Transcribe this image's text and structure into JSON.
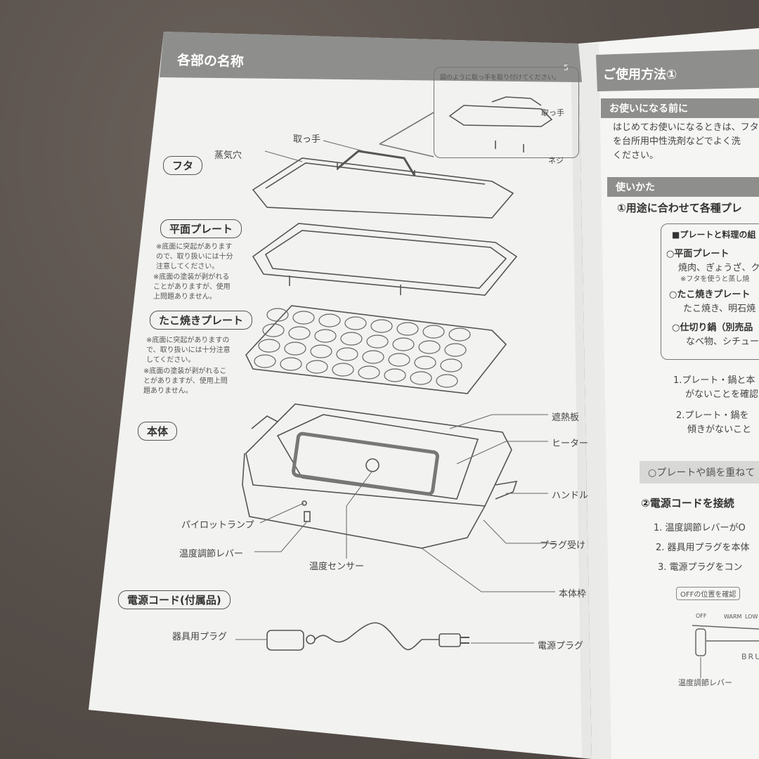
{
  "left_page": {
    "title": "各部の名称",
    "page_number": "5",
    "inset_caption": "図のように取っ手を取り付けてください。",
    "inset_labels": {
      "handle": "取っ手",
      "screw": "ネジ"
    },
    "sections": {
      "lid": "フタ",
      "flat_plate": "平面プレート",
      "takoyaki_plate": "たこ焼きプレート",
      "body": "本体",
      "cord": "電源コード(付属品)"
    },
    "notes": {
      "flat_1": "※底面に突起がありますので、取り扱いには十分注意してください。",
      "flat_2": "※底面の塗装が剥がれることがありますが、使用上問題ありません。",
      "tako_1": "※底面に突起がありますので、取り扱いには十分注意してください。",
      "tako_2": "※底面の塗装が剥がれることがありますが、使用上問題ありません。"
    },
    "callouts": {
      "handle": "取っ手",
      "steam_hole": "蒸気穴",
      "heat_shield": "遮熱板",
      "heater": "ヒーター",
      "side_handle": "ハンドル",
      "pilot_lamp": "パイロットランプ",
      "temp_lever": "温度調節レバー",
      "plug_receiver": "プラグ受け",
      "temp_sensor": "温度センサー",
      "body_frame": "本体枠",
      "appliance_plug": "器具用プラグ",
      "power_plug": "電源プラグ"
    }
  },
  "right_page": {
    "title": "ご使用方法①",
    "before_use_header": "お使いになる前に",
    "before_use_lines": [
      "はじめてお使いになるときは、フタ",
      "を台所用中性洗剤などでよく洗",
      "ください。"
    ],
    "how_to_header": "使いかた",
    "step1_title": "①用途に合わせて各種プレ",
    "plates_box": {
      "title": "■プレートと料理の組",
      "items": [
        {
          "name": "○平面プレート",
          "desc": "焼肉、ぎょうざ、クレ",
          "note": "※フタを使うと蒸し焼"
        },
        {
          "name": "○たこ焼きプレート",
          "desc": "たこ焼き、明石焼"
        },
        {
          "name": "○仕切り鍋（別売品",
          "desc": "なべ物、シチュー"
        }
      ]
    },
    "numbered_1": [
      "1.プレート・鍋と本",
      "がないことを確認"
    ],
    "numbered_2": [
      "2.プレート・鍋を",
      "傾きがないこと"
    ],
    "warning_bar": "○プレートや鍋を重ねて",
    "step2_title": "②電源コードを接続",
    "step2_items": [
      "1. 温度調節レバーがO",
      "2. 器具用プラグを本体",
      "3. 電源プラグをコン"
    ],
    "off_check": "OFFの位置を確認",
    "scale_labels": [
      "OFF",
      "WARM",
      "LOW"
    ],
    "brand_fragment": "BRU",
    "lever_label": "温度調節レバー"
  }
}
